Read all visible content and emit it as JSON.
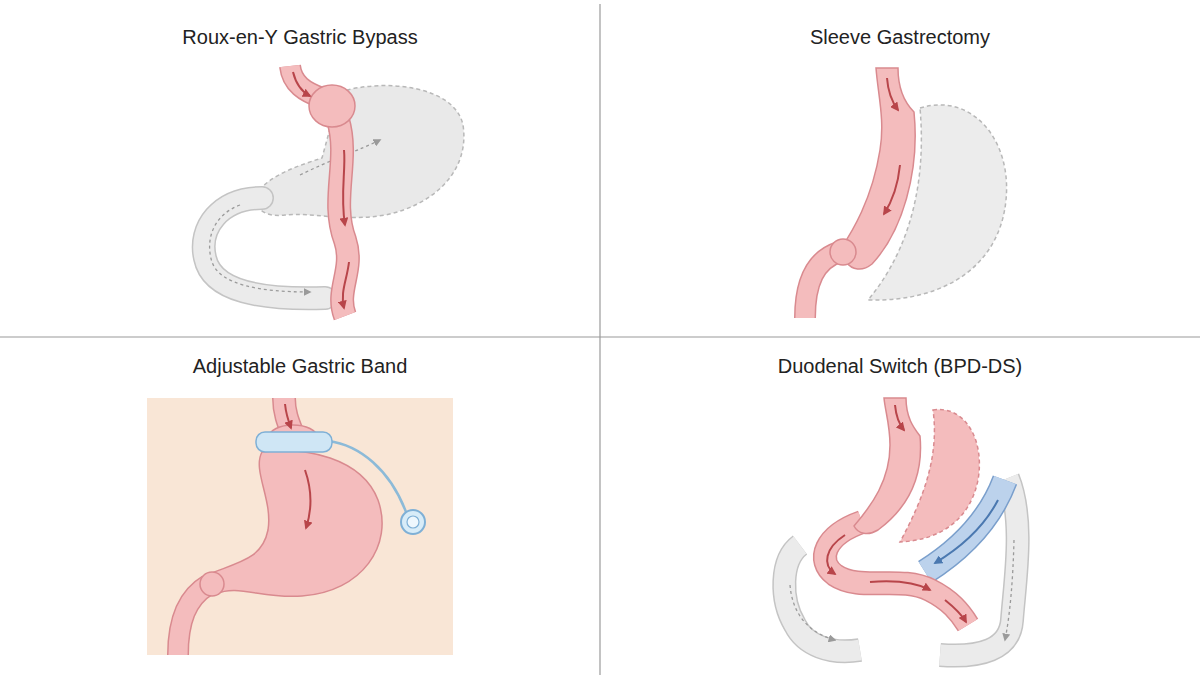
{
  "diagram": {
    "labels": [
      "Roux-en-Y Gastric Bypass",
      "Sleeve Gastrectomy",
      "Adjustable Gastric Band",
      "Duodenal Switch (BPD-DS)"
    ]
  }
}
